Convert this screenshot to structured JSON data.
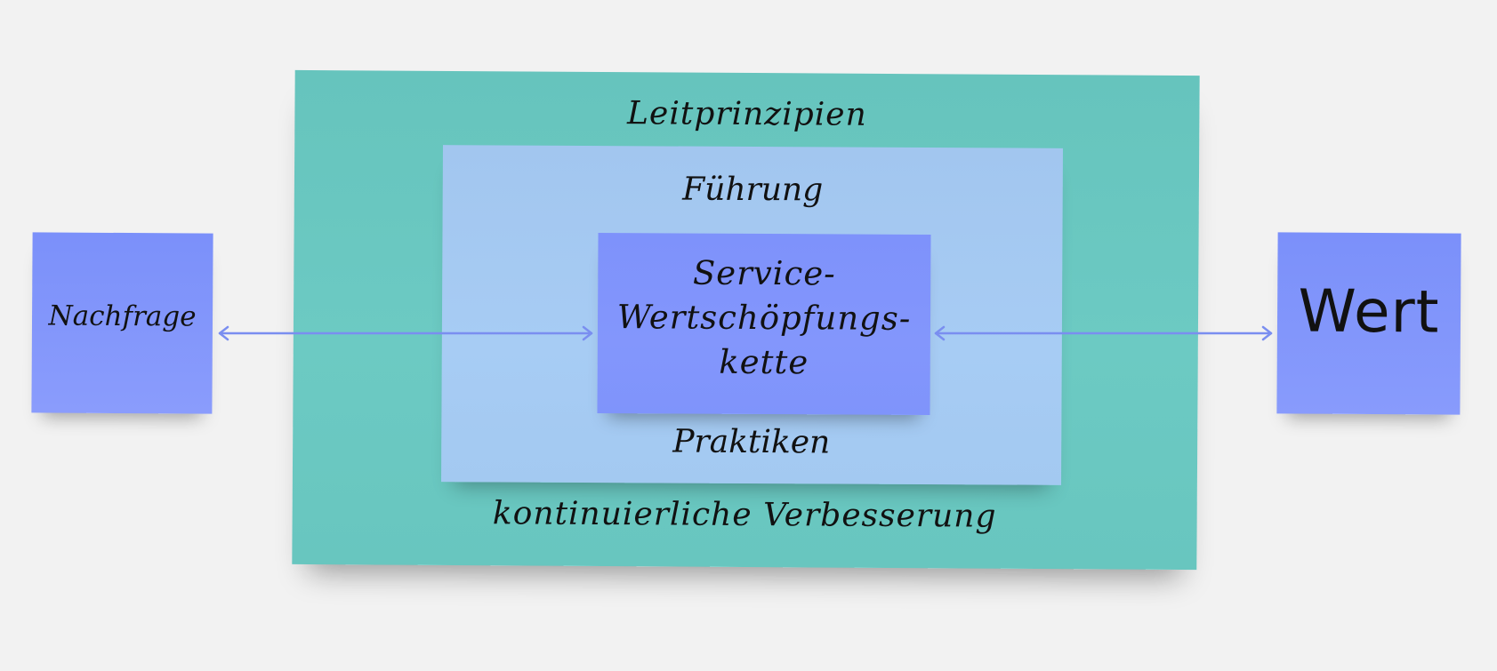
{
  "diagram": {
    "outer": {
      "title": "Leitprinzipien",
      "footer": "kontinuierliche Verbesserung"
    },
    "middle": {
      "title": "Führung",
      "footer": "Praktiken"
    },
    "inner": {
      "lines": [
        "Service-",
        "Wertschöpfungs-",
        "kette"
      ]
    },
    "left_note": {
      "label": "Nachfrage"
    },
    "right_note": {
      "label": "Wert"
    },
    "colors": {
      "background": "#f2f2f2",
      "outer": "#68c6bf",
      "middle": "#a5caf2",
      "inner": "#8196fb",
      "notes": "#8296fb",
      "arrow": "#7a8ef0"
    }
  }
}
